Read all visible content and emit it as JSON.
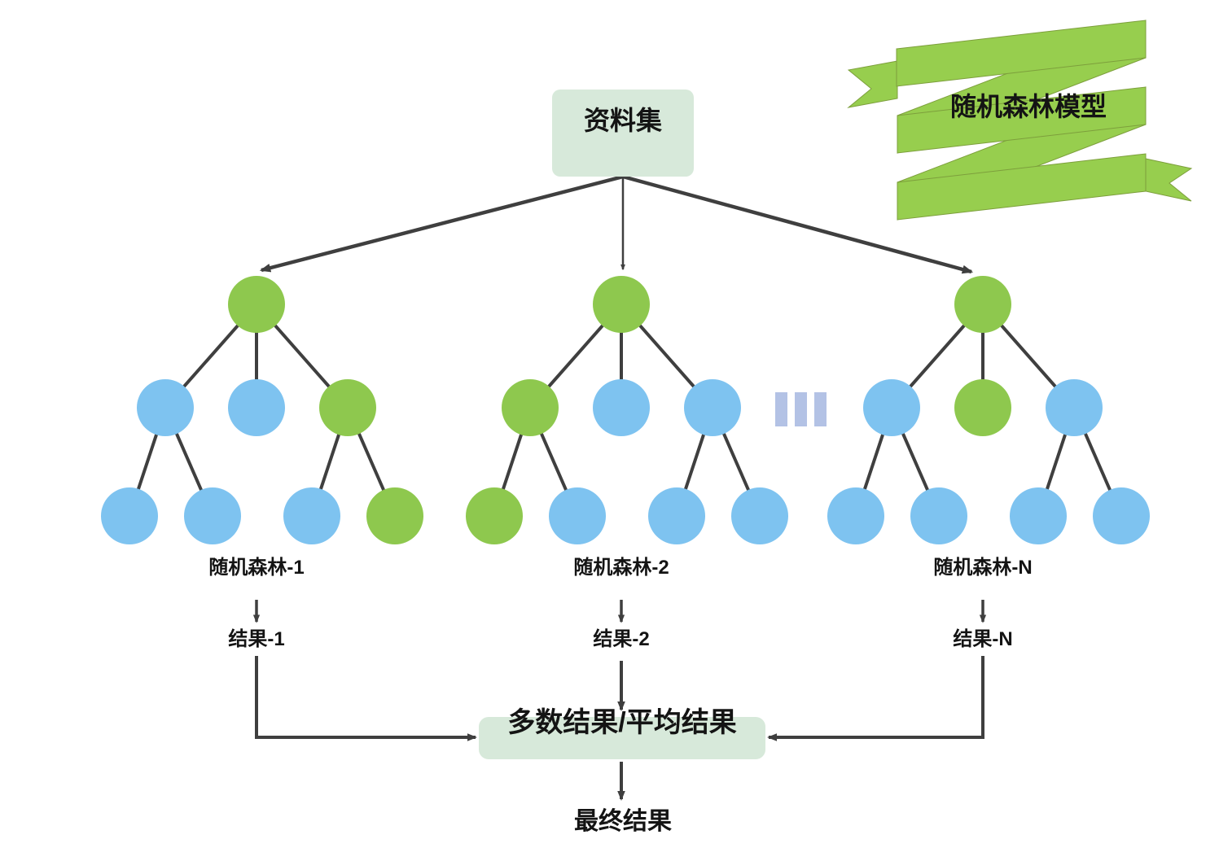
{
  "ribbon": {
    "title": "随机森林模型"
  },
  "dataset_box": {
    "label": "资料集"
  },
  "trees": [
    {
      "label": "随机森林-1",
      "result_label": "结果-1",
      "root": "green",
      "level2": [
        "blue",
        "blue",
        "green"
      ],
      "leaves": [
        "blue",
        "blue",
        "blue",
        "green"
      ]
    },
    {
      "label": "随机森林-2",
      "result_label": "结果-2",
      "root": "green",
      "level2": [
        "green",
        "blue",
        "blue"
      ],
      "leaves": [
        "green",
        "blue",
        "blue",
        "blue"
      ]
    },
    {
      "label": "随机森林-N",
      "result_label": "结果-N",
      "root": "green",
      "level2": [
        "blue",
        "green",
        "blue"
      ],
      "leaves": [
        "blue",
        "blue",
        "blue",
        "blue"
      ]
    }
  ],
  "ellipsis": {
    "bars": 3
  },
  "aggregate_box": {
    "label": "多数结果/平均结果"
  },
  "final": {
    "label": "最终结果"
  },
  "colors": {
    "node_green": "#8ec84e",
    "node_blue": "#7ec3f0",
    "ribbon_green": "#97ce4e",
    "ribbon_stroke": "#7d9f3c",
    "box_fill": "#d7e9da",
    "bar_color": "#b3c2e5",
    "line_color": "#3f3f3f"
  }
}
